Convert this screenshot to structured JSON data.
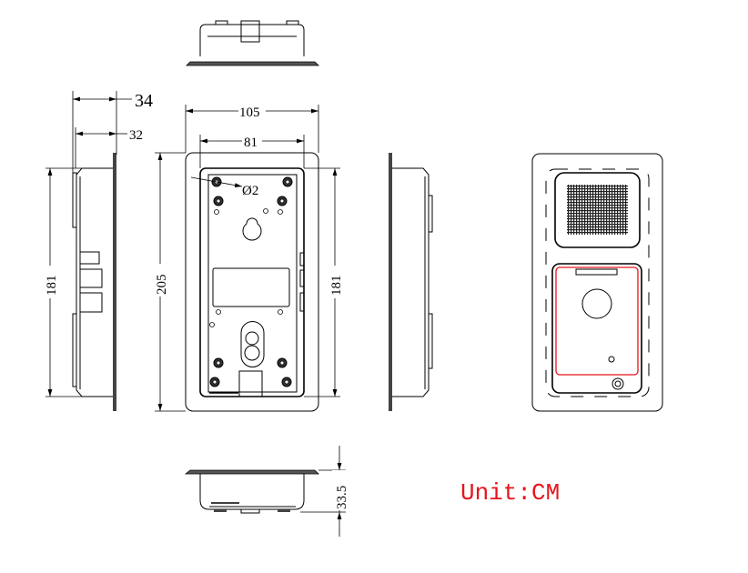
{
  "drawing": {
    "dims": {
      "depth_total": "34",
      "depth_body": "32",
      "width_total": "105",
      "width_body": "81",
      "hole_diameter": "Ø2",
      "height_body_left": "181",
      "height_total": "205",
      "height_body_right": "181",
      "bottom_depth": "33.5"
    },
    "unit_label": "Unit:CM",
    "colors": {
      "line": "#000000",
      "unit": "#e8141c",
      "face_outline": "#e8141c"
    }
  }
}
